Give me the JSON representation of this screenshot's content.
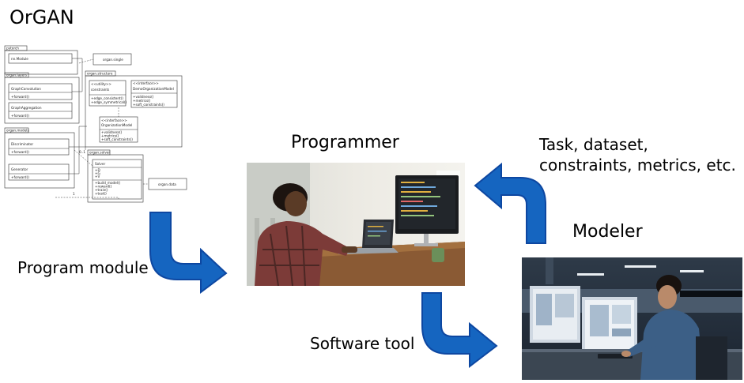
{
  "title": "OrGAN",
  "labels": {
    "programmer": "Programmer",
    "modeler": "Modeler",
    "program_module": "Program module",
    "software_tool": "Software tool",
    "task_line1": "Task, dataset,",
    "task_line2": "constraints, metrics, etc."
  },
  "uml": {
    "pytorch": "pytorch",
    "nn_module": "nn.Module",
    "organ_single": "organ.single",
    "organ_layers": "organ.layers",
    "graph_convolution": "GraphConvolution",
    "graph_aggregation": "GraphAggregation",
    "forward": "+forward()",
    "organ_structure": "organ.structure",
    "constraints_stereotype": "<<utility>>",
    "constraints": "constraints",
    "edge_consistent": "+edge_consistent()",
    "edge_symmetrical": "+edge_symmetrical()",
    "interface_stereotype": "<<interface>>",
    "demo_model": "DemoOrganizationModel",
    "validness": "+validness()",
    "metrics": "+metrics()",
    "soft_constraints": "+soft_constraints()",
    "organization_model": "OrganizationModel",
    "organ_models": "organ.models",
    "discriminator": "Discriminator",
    "generator": "Generator",
    "organ_solver": "organ.solver",
    "solver": "Solver",
    "attr_d": "+D",
    "attr_g": "+G",
    "attr_v": "+V",
    "build_model": "+build_model()",
    "reward": "+reward()",
    "train": "+train()",
    "test": "+test()",
    "organ_data": "organ.data",
    "mult_01": "0..1",
    "mult_1": "1"
  },
  "colors": {
    "arrow_blue": "#1565C0",
    "arrow_outline": "#0D47A1"
  }
}
